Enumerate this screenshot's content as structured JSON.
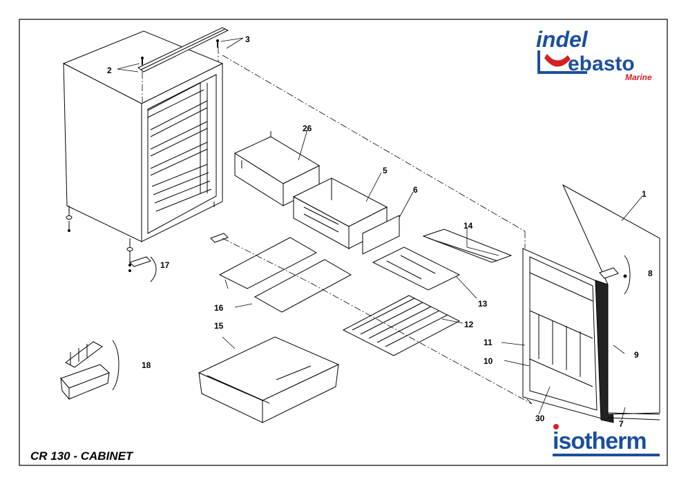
{
  "page": {
    "footer_title": "CR 130 - CABINET"
  },
  "logos": {
    "indel_line1": "indel",
    "indel_line2": "ebasto",
    "indel_line3": "Marine",
    "isotherm": "isotherm",
    "brand_blue": "#1b4f9c",
    "brand_red": "#d62027"
  },
  "callouts": {
    "c1": "1",
    "c2": "2",
    "c3": "3",
    "c5": "5",
    "c6": "6",
    "c7": "7",
    "c8": "8",
    "c9": "9",
    "c10": "10",
    "c11": "11",
    "c12": "12",
    "c13": "13",
    "c14": "14",
    "c15": "15",
    "c16": "16",
    "c17": "17",
    "c18": "18",
    "c26": "26",
    "c30": "30"
  }
}
